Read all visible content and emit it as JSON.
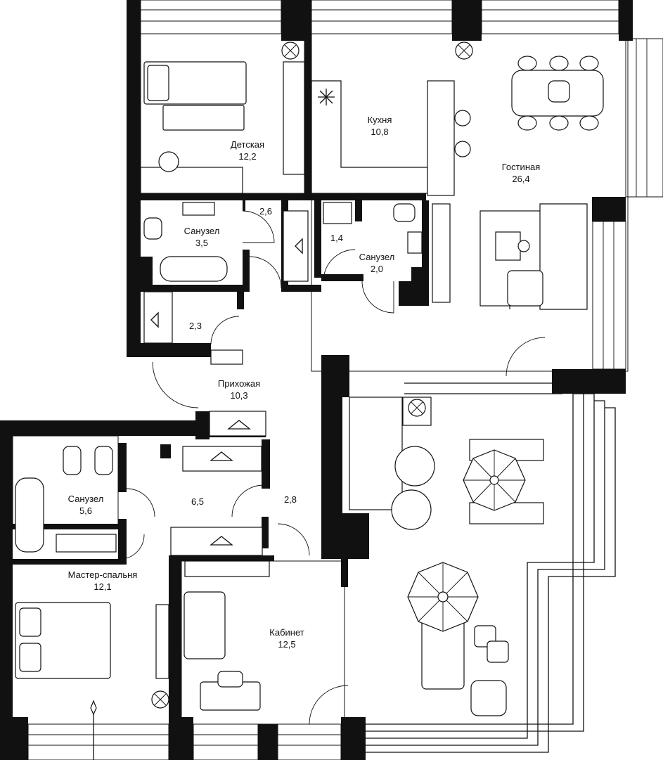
{
  "plan": {
    "rooms": [
      {
        "id": "detskaya",
        "name": "Детская",
        "area": "12,2"
      },
      {
        "id": "kuhnya",
        "name": "Кухня",
        "area": "10,8"
      },
      {
        "id": "gostinaya",
        "name": "Гостиная",
        "area": "26,4"
      },
      {
        "id": "sanuzel-1",
        "name": "Санузел",
        "area": "3,5"
      },
      {
        "id": "hall-2-6",
        "name": "",
        "area": "2,6"
      },
      {
        "id": "closet-1-4",
        "name": "",
        "area": "1,4"
      },
      {
        "id": "sanuzel-2",
        "name": "Санузел",
        "area": "2,0"
      },
      {
        "id": "closet-2-3",
        "name": "",
        "area": "2,3"
      },
      {
        "id": "prihozhaya",
        "name": "Прихожая",
        "area": "10,3"
      },
      {
        "id": "sanuzel-3",
        "name": "Санузел",
        "area": "5,6"
      },
      {
        "id": "hall-6-5",
        "name": "",
        "area": "6,5"
      },
      {
        "id": "hall-2-8",
        "name": "",
        "area": "2,8"
      },
      {
        "id": "master",
        "name": "Мастер-спальня",
        "area": "12,1"
      },
      {
        "id": "kabinet",
        "name": "Кабинет",
        "area": "12,5"
      }
    ],
    "icons": [
      "plant-icon",
      "snowflake-icon",
      "hanger-icon",
      "umbrella-icon",
      "compass-icon"
    ],
    "colors": {
      "wall": "#111111",
      "background": "#ffffff"
    }
  }
}
